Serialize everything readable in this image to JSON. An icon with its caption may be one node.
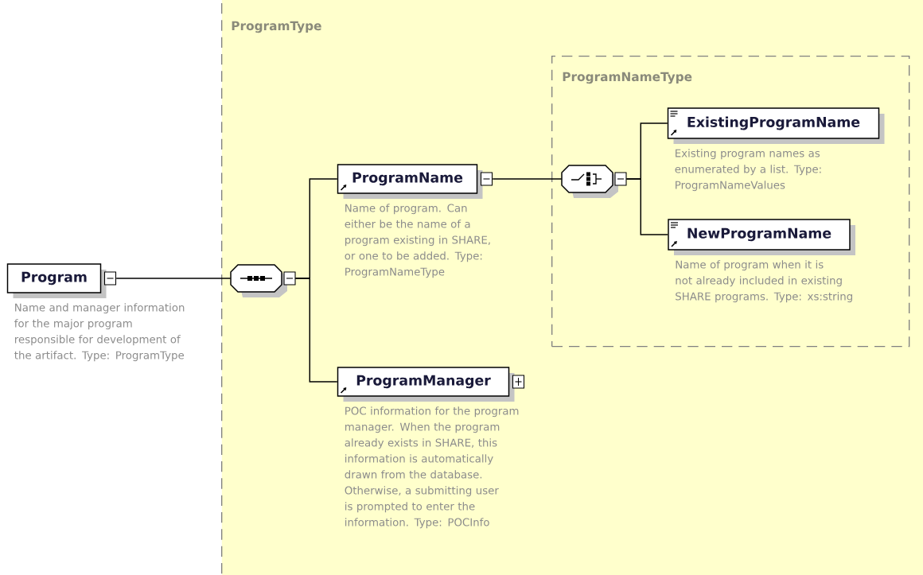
{
  "diagram": {
    "nodes": [
      {
        "text": [
          "ProgramType"
        ]
      },
      {
        "text": [
          "ProgramNameType"
        ],
        "in": 0
      },
      {
        "text": [
          "Program"
        ],
        "beside": [
          "Name and manager information for the major program responsible for development of the artifact. Type: ProgramType"
        ]
      },
      {
        "text": [],
        "shape": "octagon",
        "in": 0
      },
      {
        "text": [
          "ProgramName"
        ],
        "in": 0,
        "beside": [
          "Name of program. Can either be the name of a program existing in SHARE, or one to be added. Type: ProgramNameType"
        ]
      },
      {
        "text": [
          "ProgramManager"
        ],
        "in": 0,
        "beside": [
          "POC information for the program manager. When the program already exists in SHARE, this information is automatically drawn from the database. Otherwise, a submitting user is prompted to enter the information. Type: POCInfo"
        ]
      },
      {
        "text": [],
        "shape": "octagon",
        "in": 1
      },
      {
        "text": [
          "ExistingProgramName"
        ],
        "in": 1,
        "beside": [
          "Existing program names as enumerated by a list. Type: ProgramNameValues"
        ]
      },
      {
        "text": [
          "NewProgramName"
        ],
        "in": 1,
        "beside": [
          "Name of program when it is not already included in existing SHARE programs. Type: xs:string"
        ]
      }
    ],
    "edges": [
      {
        "from": 2,
        "to": 3,
        "arrow": "none"
      },
      {
        "from": 3,
        "to": 4,
        "arrow": "none"
      },
      {
        "from": 3,
        "to": 5,
        "arrow": "none"
      },
      {
        "from": 4,
        "to": 6,
        "arrow": "none"
      },
      {
        "from": 6,
        "to": 7,
        "arrow": "none"
      },
      {
        "from": 6,
        "to": 8,
        "arrow": "none"
      }
    ]
  }
}
